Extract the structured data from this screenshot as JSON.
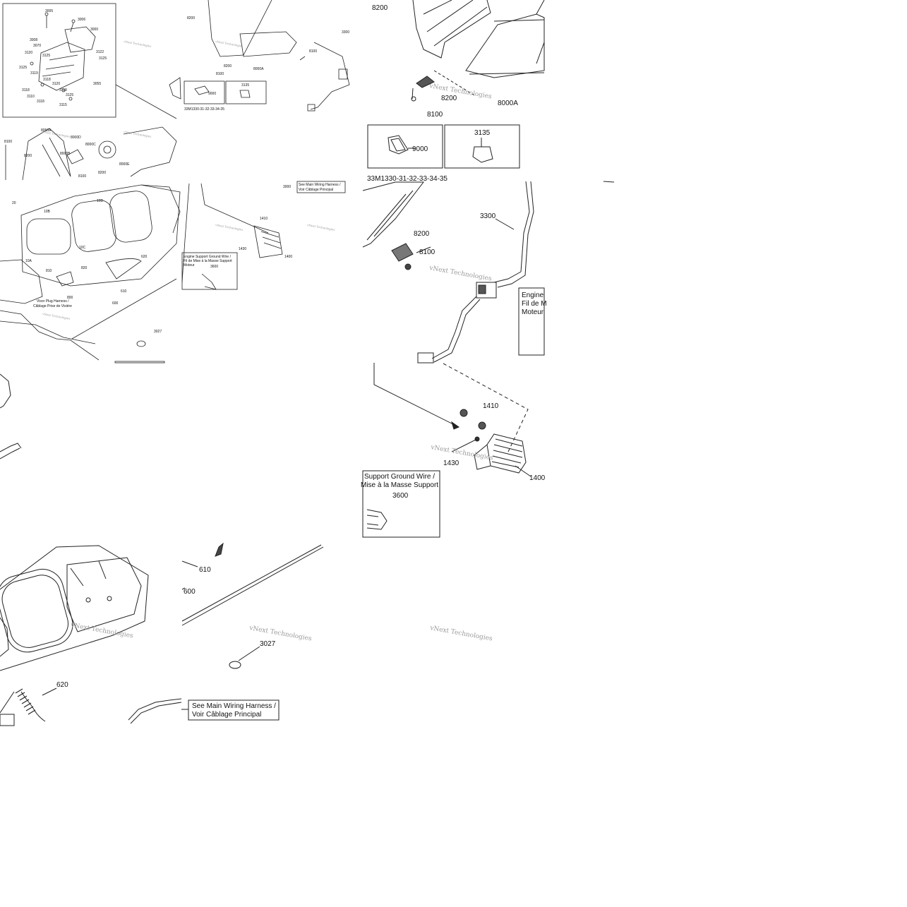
{
  "callouts": {
    "p3005": "3005",
    "p3006": "3006",
    "p3000": "3000",
    "p3122": "3122",
    "p3125a": "3125",
    "p3008": "3008",
    "p3070": "3070",
    "p3120": "3120",
    "p3125b": "3125",
    "p3119": "3119",
    "p3118a": "3118",
    "p3118b": "3118",
    "p3120b": "3120",
    "p3118c": "3118",
    "p3125c": "3125",
    "p3115": "3115",
    "p3055": "3055",
    "p3118d": "3118",
    "p3110": "3110",
    "p8200_top": "8200",
    "p8200_b": "8200",
    "p8100_b": "8100",
    "p8000a_b": "8000A",
    "p8100_c": "8100",
    "p3300_b": "3300",
    "p9000_b": "9000",
    "p3135_b": "3135",
    "p8000a_top": "8000A",
    "p8100_top": "8100",
    "p8200_mid": "8200",
    "p9000_small": "9000",
    "p3135_small": "3135",
    "p8000b": "8000B",
    "p8000c": "8000C",
    "p8000d": "8000D",
    "p8000e": "8000E",
    "p8100_l": "8100",
    "p8200_l": "8200",
    "p8100_l2": "8100",
    "p8200_l2": "8200",
    "p8050a": "8050A",
    "p20": "20",
    "p10b": "10B",
    "p10d": "10D",
    "p10c": "10C",
    "p10a": "10A",
    "p810": "810",
    "p820": "820",
    "p620s": "620",
    "p610s": "610",
    "p800": "800",
    "p600s": "600",
    "p3000s": "3000",
    "p1410s": "1410",
    "p1430s": "1430",
    "p1400s": "1400",
    "p3600s": "3600",
    "p3027s": "3027",
    "p3300": "3300",
    "p8200_r": "8200",
    "p8100_r": "8100",
    "p1410": "1410",
    "p1430": "1430",
    "p1400": "1400",
    "p3600": "3600",
    "p610": "610",
    "p600": "600",
    "p3027": "3027",
    "p620": "620"
  },
  "labels": {
    "doc_code_small": "33M1330-31-32-33-34-35",
    "doc_code": "33M1330-31-32-33-34-35",
    "see_harness_small_1": "See Main Wiring Harness /",
    "see_harness_small_2": "Voir Câblage Principal",
    "see_harness_1": "See Main Wiring Harness /",
    "see_harness_2": "Voir Câblage Principal",
    "ground_small_1": "Engine Support Ground Wire /",
    "ground_small_2": "Fil de Mise à la Masse Support",
    "ground_small_3": "Moteur",
    "ground_1": "Support Ground Wire /",
    "ground_2": "Mise à la Masse Support",
    "engine_1": "Engine",
    "engine_2": "Fil de M",
    "engine_3": "Moteur",
    "visor_1": "Visor Plug Harness /",
    "visor_2": "Câblage Prise de Visière"
  },
  "watermark": "vNext Technologies"
}
